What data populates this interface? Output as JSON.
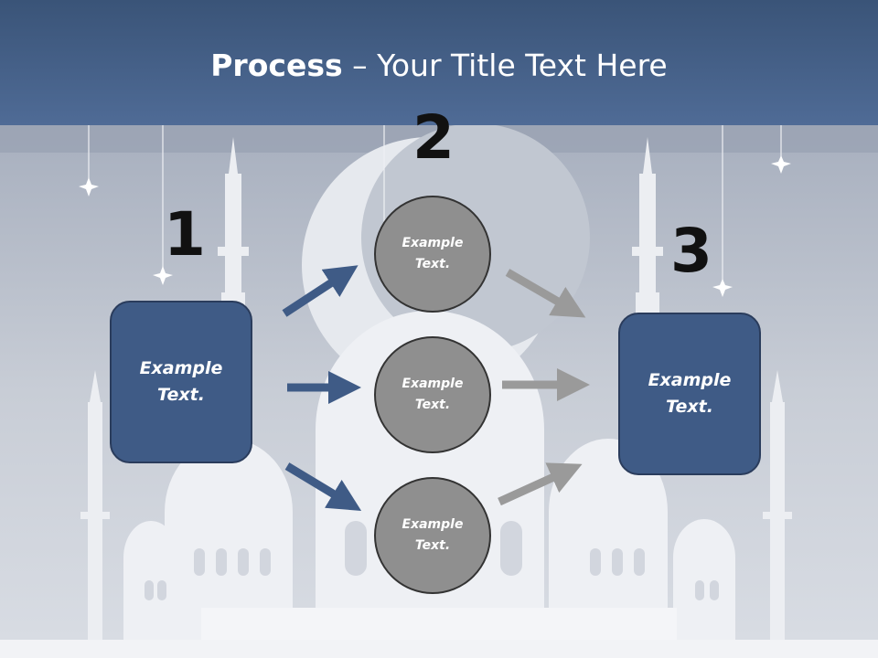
{
  "title": {
    "bold": "Process",
    "rest": " – Your Title Text Here"
  },
  "steps": [
    {
      "number": "1",
      "text": "Example Text."
    },
    {
      "number": "2",
      "text": "Example Text."
    },
    {
      "number": "3",
      "text": "Example Text."
    }
  ],
  "circles": [
    {
      "text": "Example Text."
    },
    {
      "text": "Example Text."
    },
    {
      "text": "Example Text."
    }
  ],
  "colors": {
    "title_bar": "#46628c",
    "box_fill": "#3f5b86",
    "circle_fill": "#8f8f8f",
    "arrow_blue": "#3f5b86",
    "arrow_gray": "#9a9a9a",
    "background": "#c4c9d3"
  }
}
